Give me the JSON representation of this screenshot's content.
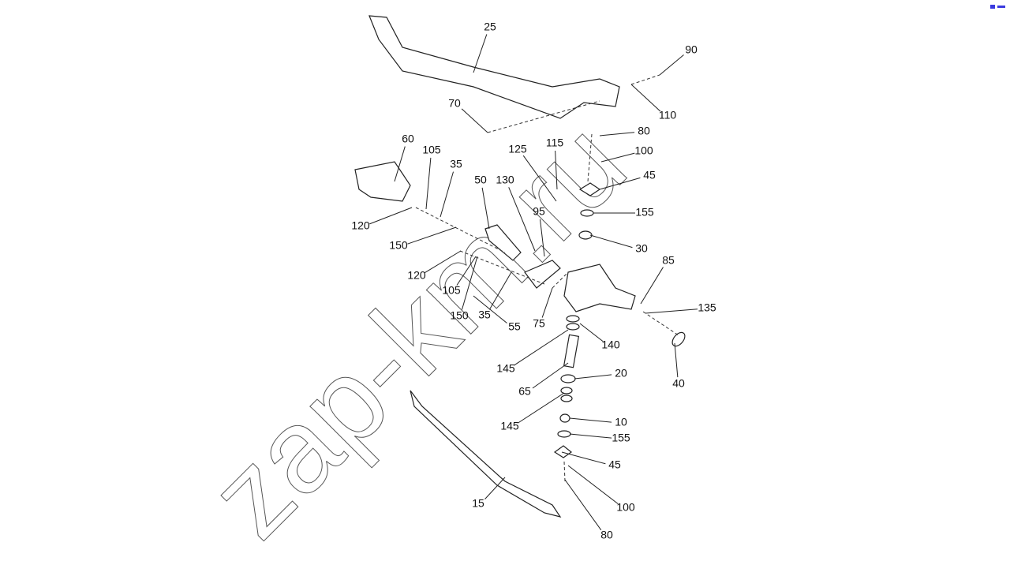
{
  "watermark": "zap-km.ru",
  "callouts": [
    "25",
    "90",
    "110",
    "70",
    "80",
    "100",
    "115",
    "125",
    "45",
    "60",
    "105",
    "35",
    "50",
    "130",
    "95",
    "155",
    "120",
    "150",
    "30",
    "85",
    "120",
    "105",
    "150",
    "35",
    "55",
    "75",
    "135",
    "140",
    "145",
    "65",
    "20",
    "145",
    "10",
    "155",
    "45",
    "15",
    "100",
    "80",
    "40"
  ],
  "icons": [
    "zoom-icon",
    "menu-icon"
  ]
}
